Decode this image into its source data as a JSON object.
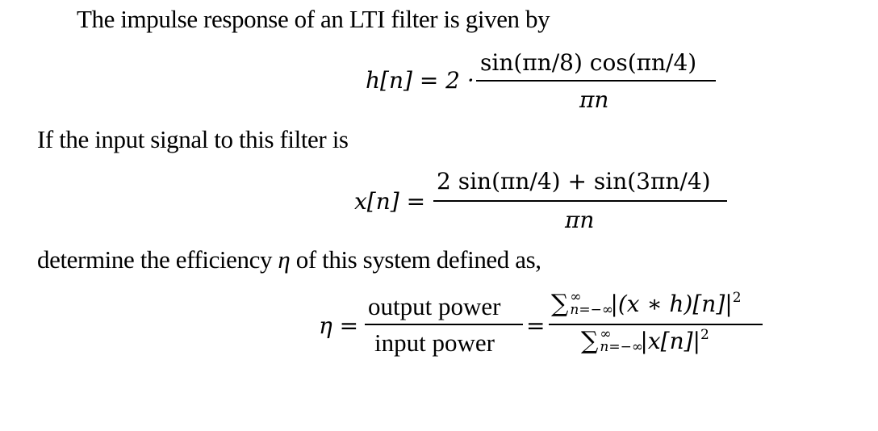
{
  "paragraphs": {
    "intro": "The impulse response of an LTI filter is given by",
    "input_intro": "If the input signal to this filter is",
    "efficiency_intro_before": "determine the efficiency ",
    "efficiency_symbol": "η",
    "efficiency_intro_after": " of this system defined as,"
  },
  "equations": {
    "h": {
      "lhs": "h[n] = 2 ·",
      "numerator": "sin(πn/8) cos(πn/4)",
      "denominator": "πn"
    },
    "x": {
      "lhs": "x[n] =",
      "numerator": "2 sin(πn/4) + sin(3πn/4)",
      "denominator": "πn"
    },
    "eta": {
      "lhs": "η =",
      "frac1_numerator": "output power",
      "frac1_denominator": "input power",
      "equals": "=",
      "frac2_numerator_sum": "∑",
      "frac2_numerator_sup": "∞",
      "frac2_numerator_sub": "n=−∞",
      "frac2_numerator_body": "|(x ∗ h)[n]|",
      "frac2_numerator_exp": "2",
      "frac2_denominator_sum": "∑",
      "frac2_denominator_sup": "∞",
      "frac2_denominator_sub": "n=−∞",
      "frac2_denominator_body": "|x[n]|",
      "frac2_denominator_exp": "2"
    }
  }
}
